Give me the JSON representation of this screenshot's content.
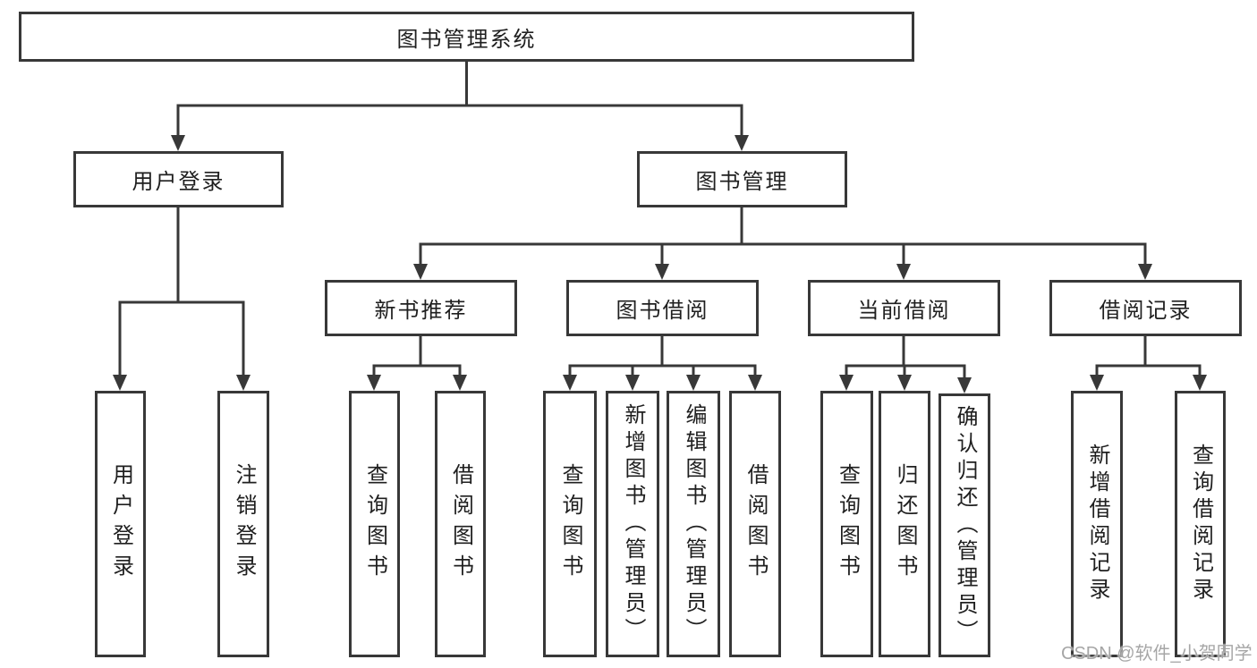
{
  "diagram": {
    "root": {
      "label": "图书管理系统"
    },
    "user_login": {
      "label": "用户登录",
      "children": {
        "login": "用户登录",
        "logout": "注销登录"
      }
    },
    "book_management": {
      "label": "图书管理",
      "sections": {
        "new_book_recommendation": {
          "label": "新书推荐",
          "children": {
            "query_books": "查询图书",
            "borrow_books": "借阅图书"
          }
        },
        "book_borrowing": {
          "label": "图书借阅",
          "children": {
            "query_books": "查询图书",
            "add_books_admin": "新增图书（管理员）",
            "edit_books_admin": "编辑图书（管理员）",
            "borrow_books": "借阅图书"
          }
        },
        "current_borrowing": {
          "label": "当前借阅",
          "children": {
            "query_books": "查询图书",
            "return_books": "归还图书",
            "confirm_return_admin": "确认归还（管理员）"
          }
        },
        "borrowing_records": {
          "label": "借阅记录",
          "children": {
            "add_record": "新增借阅记录",
            "query_record": "查询借阅记录"
          }
        }
      }
    }
  },
  "watermark": {
    "text": "CSDN @软件_小贺同学",
    "color": "#9e9e9e"
  },
  "colors": {
    "line": "#383838",
    "box_border": "#383838",
    "text": "#1f1f1f",
    "background": "#ffffff"
  }
}
